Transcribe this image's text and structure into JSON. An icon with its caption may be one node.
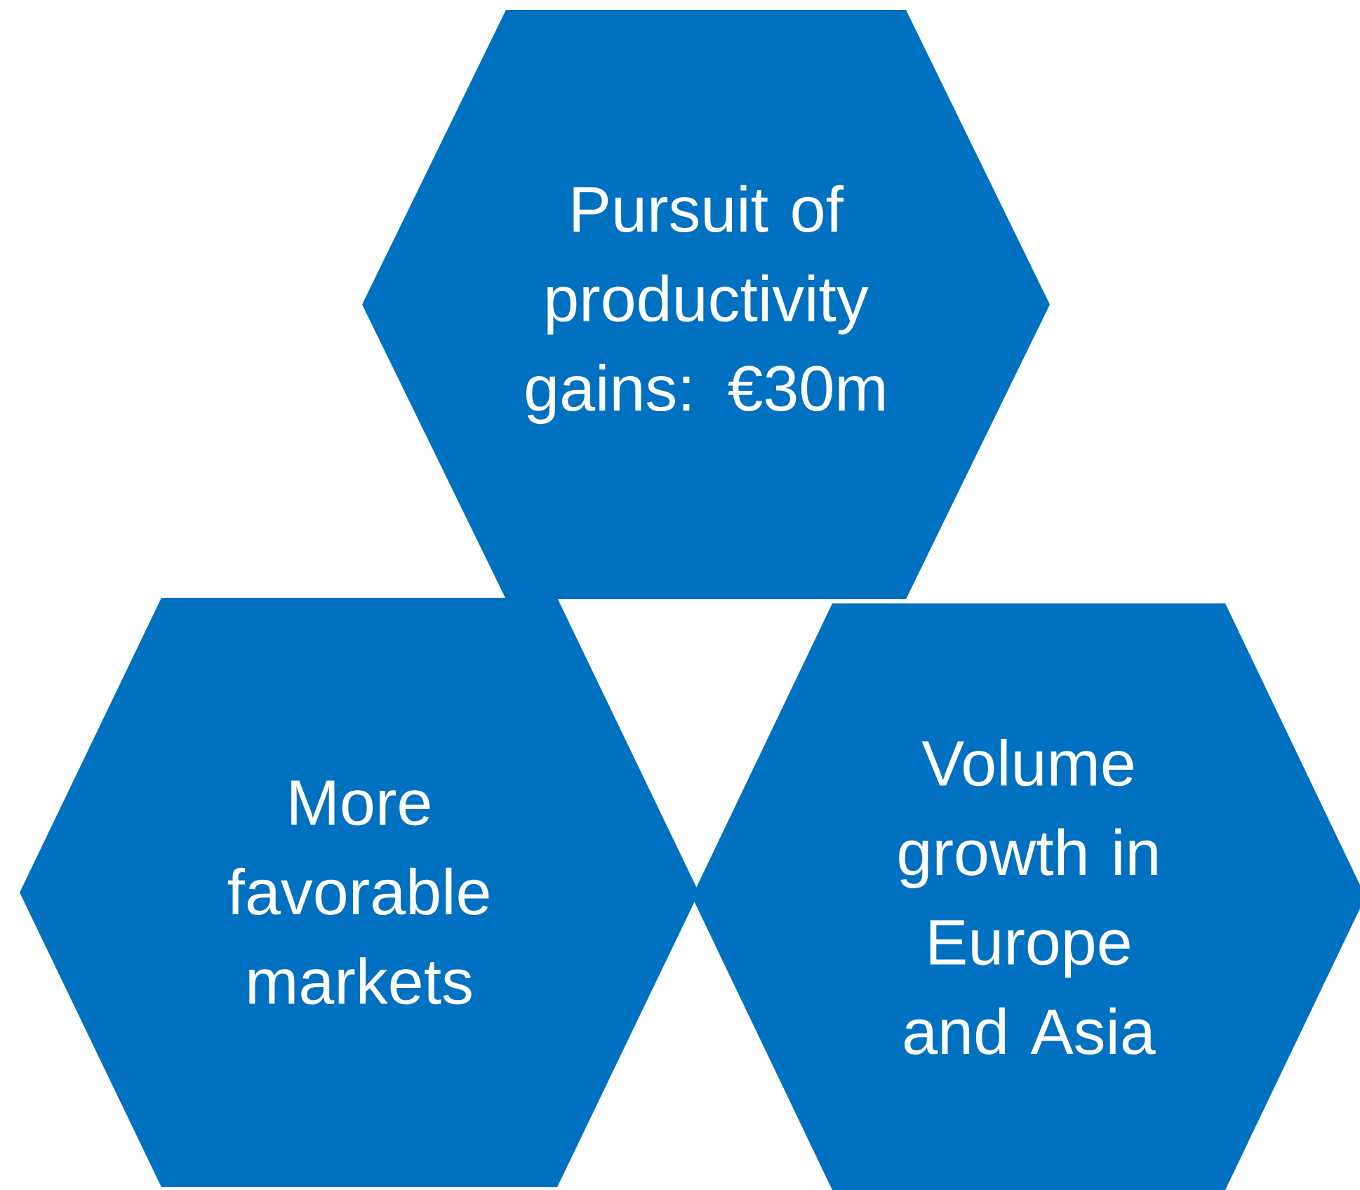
{
  "diagram": {
    "nodes": [
      {
        "text": [
          "Pursuit of productivity gains: €30m"
        ]
      },
      {
        "text": [
          "More favorable markets"
        ]
      },
      {
        "text": [
          "Volume growth in Europe and Asia"
        ]
      }
    ]
  }
}
